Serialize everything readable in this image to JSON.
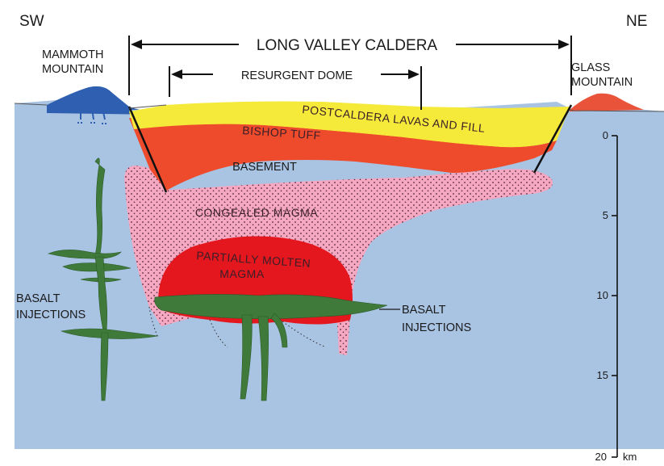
{
  "compass": {
    "left": "SW",
    "right": "NE"
  },
  "features": {
    "mammoth": [
      "MAMMOTH",
      "MOUNTAIN"
    ],
    "glass": [
      "GLASS",
      "MOUNTAIN"
    ],
    "caldera": "LONG VALLEY CALDERA",
    "dome": "RESURGENT DOME"
  },
  "layers": {
    "postcaldera": "POSTCALDERA  LAVAS  AND  FILL",
    "bishop": "BISHOP  TUFF",
    "basement": "BASEMENT",
    "congealed": "CONGEALED MAGMA",
    "molten": [
      "PARTIALLY  MOLTEN",
      "MAGMA"
    ],
    "basalt_left": [
      "BASALT",
      "INJECTIONS"
    ],
    "basalt_right": [
      "BASALT",
      "INJECTIONS"
    ]
  },
  "depth_scale": {
    "ticks": [
      "0",
      "5",
      "10",
      "15",
      "20"
    ],
    "unit": "km"
  },
  "colors": {
    "crust": "#a9c3e3",
    "postcaldera": "#f5ea3a",
    "bishop_tuff": "#ee4a2c",
    "congealed_magma": "#f6a7c1",
    "molten_magma": "#e4161e",
    "basalt": "#3f7a3a",
    "mammoth": "#2f5fb0",
    "glass": "#e8533a"
  }
}
